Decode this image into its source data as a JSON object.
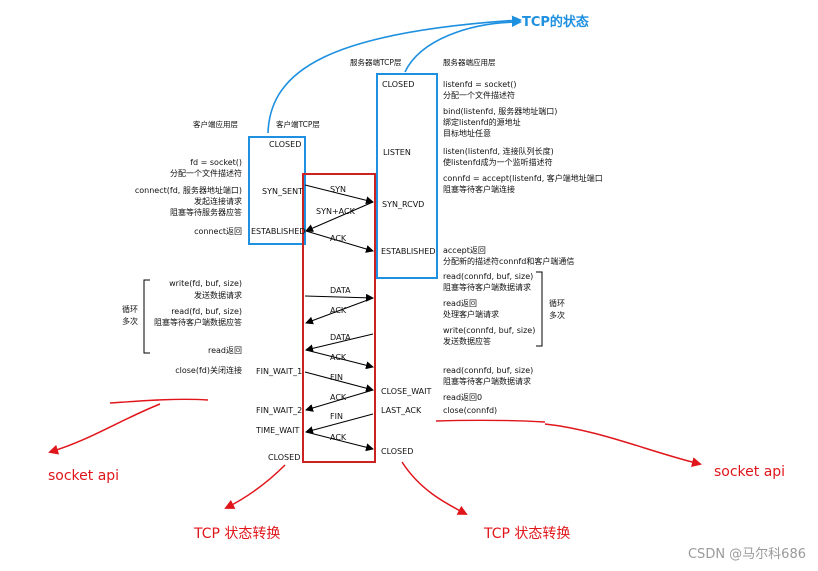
{
  "annotations": {
    "tcp_state_title": "TCP的状态",
    "socket_api_left": "socket api",
    "socket_api_right": "socket api",
    "tcp_transition_left": "TCP 状态转换",
    "tcp_transition_right": "TCP 状态转换",
    "watermark": "CSDN @马尔科686",
    "blue_color": "#1e90e0",
    "red_color": "#e0161b"
  },
  "headers": {
    "client_app": "客户端应用层",
    "client_tcp": "客户端TCP层",
    "server_tcp": "服务器端TCP层",
    "server_app": "服务器端应用层"
  },
  "client_states": {
    "closed_top": "CLOSED",
    "syn_sent": "SYN_SENT",
    "established": "ESTABLISHED",
    "fin_wait_1": "FIN_WAIT_1",
    "fin_wait_2": "FIN_WAIT_2",
    "time_wait": "TIME_WAIT",
    "closed_bottom": "CLOSED"
  },
  "server_states": {
    "closed_top": "CLOSED",
    "listen": "LISTEN",
    "syn_rcvd": "SYN_RCVD",
    "established": "ESTABLISHED",
    "close_wait": "CLOSE_WAIT",
    "last_ack": "LAST_ACK",
    "closed_bottom": "CLOSED"
  },
  "messages": {
    "syn": "SYN",
    "syn_ack": "SYN+ACK",
    "ack1": "ACK",
    "data1": "DATA",
    "ack2": "ACK",
    "data2": "DATA",
    "ack3": "ACK",
    "fin1": "FIN",
    "ack4": "ACK",
    "fin2": "FIN",
    "ack5": "ACK"
  },
  "client_api": {
    "socket": "fd = socket()",
    "socket_desc": "分配一个文件描述符",
    "connect": "connect(fd, 服务器地址端口)",
    "connect_desc1": "发起连接请求",
    "connect_desc2": "阻塞等待服务器应答",
    "connect_return": "connect返回",
    "write": "write(fd, buf, size)",
    "write_desc": "发送数据请求",
    "read": "read(fd, buf, size)",
    "read_desc": "阻塞等待客户端数据应答",
    "read_return": "read返回",
    "loop1": "循环",
    "loop2": "多次",
    "close": "close(fd)关闭连接"
  },
  "server_api": {
    "listenfd": "listenfd = socket()",
    "listenfd_desc": "分配一个文件描述符",
    "bind": "bind(listenfd, 服务器地址端口)",
    "bind_desc1": "绑定listenfd的源地址",
    "bind_desc2": "目标地址任意",
    "listen": "listen(listenfd, 连接队列长度)",
    "listen_desc": "使listenfd成为一个监听描述符",
    "accept": "connfd = accept(listenfd, 客户端地址端口",
    "accept_desc": "阻塞等待客户端连接",
    "accept_return": "accept返回",
    "accept_return_desc": "分配新的描述符connfd和客户端通信",
    "read1": "read(connfd, buf, size)",
    "read1_desc": "阻塞等待客户端数据请求",
    "read_return": "read返回",
    "read_return_desc": "处理客户端请求",
    "write": "write(connfd, buf, size)",
    "write_desc": "发送数据应答",
    "loop1": "循环",
    "loop2": "多次",
    "read2": "read(connfd, buf, size)",
    "read2_desc": "阻塞等待客户端数据请求",
    "read_return0": "read返回0",
    "close": "close(connfd)"
  }
}
